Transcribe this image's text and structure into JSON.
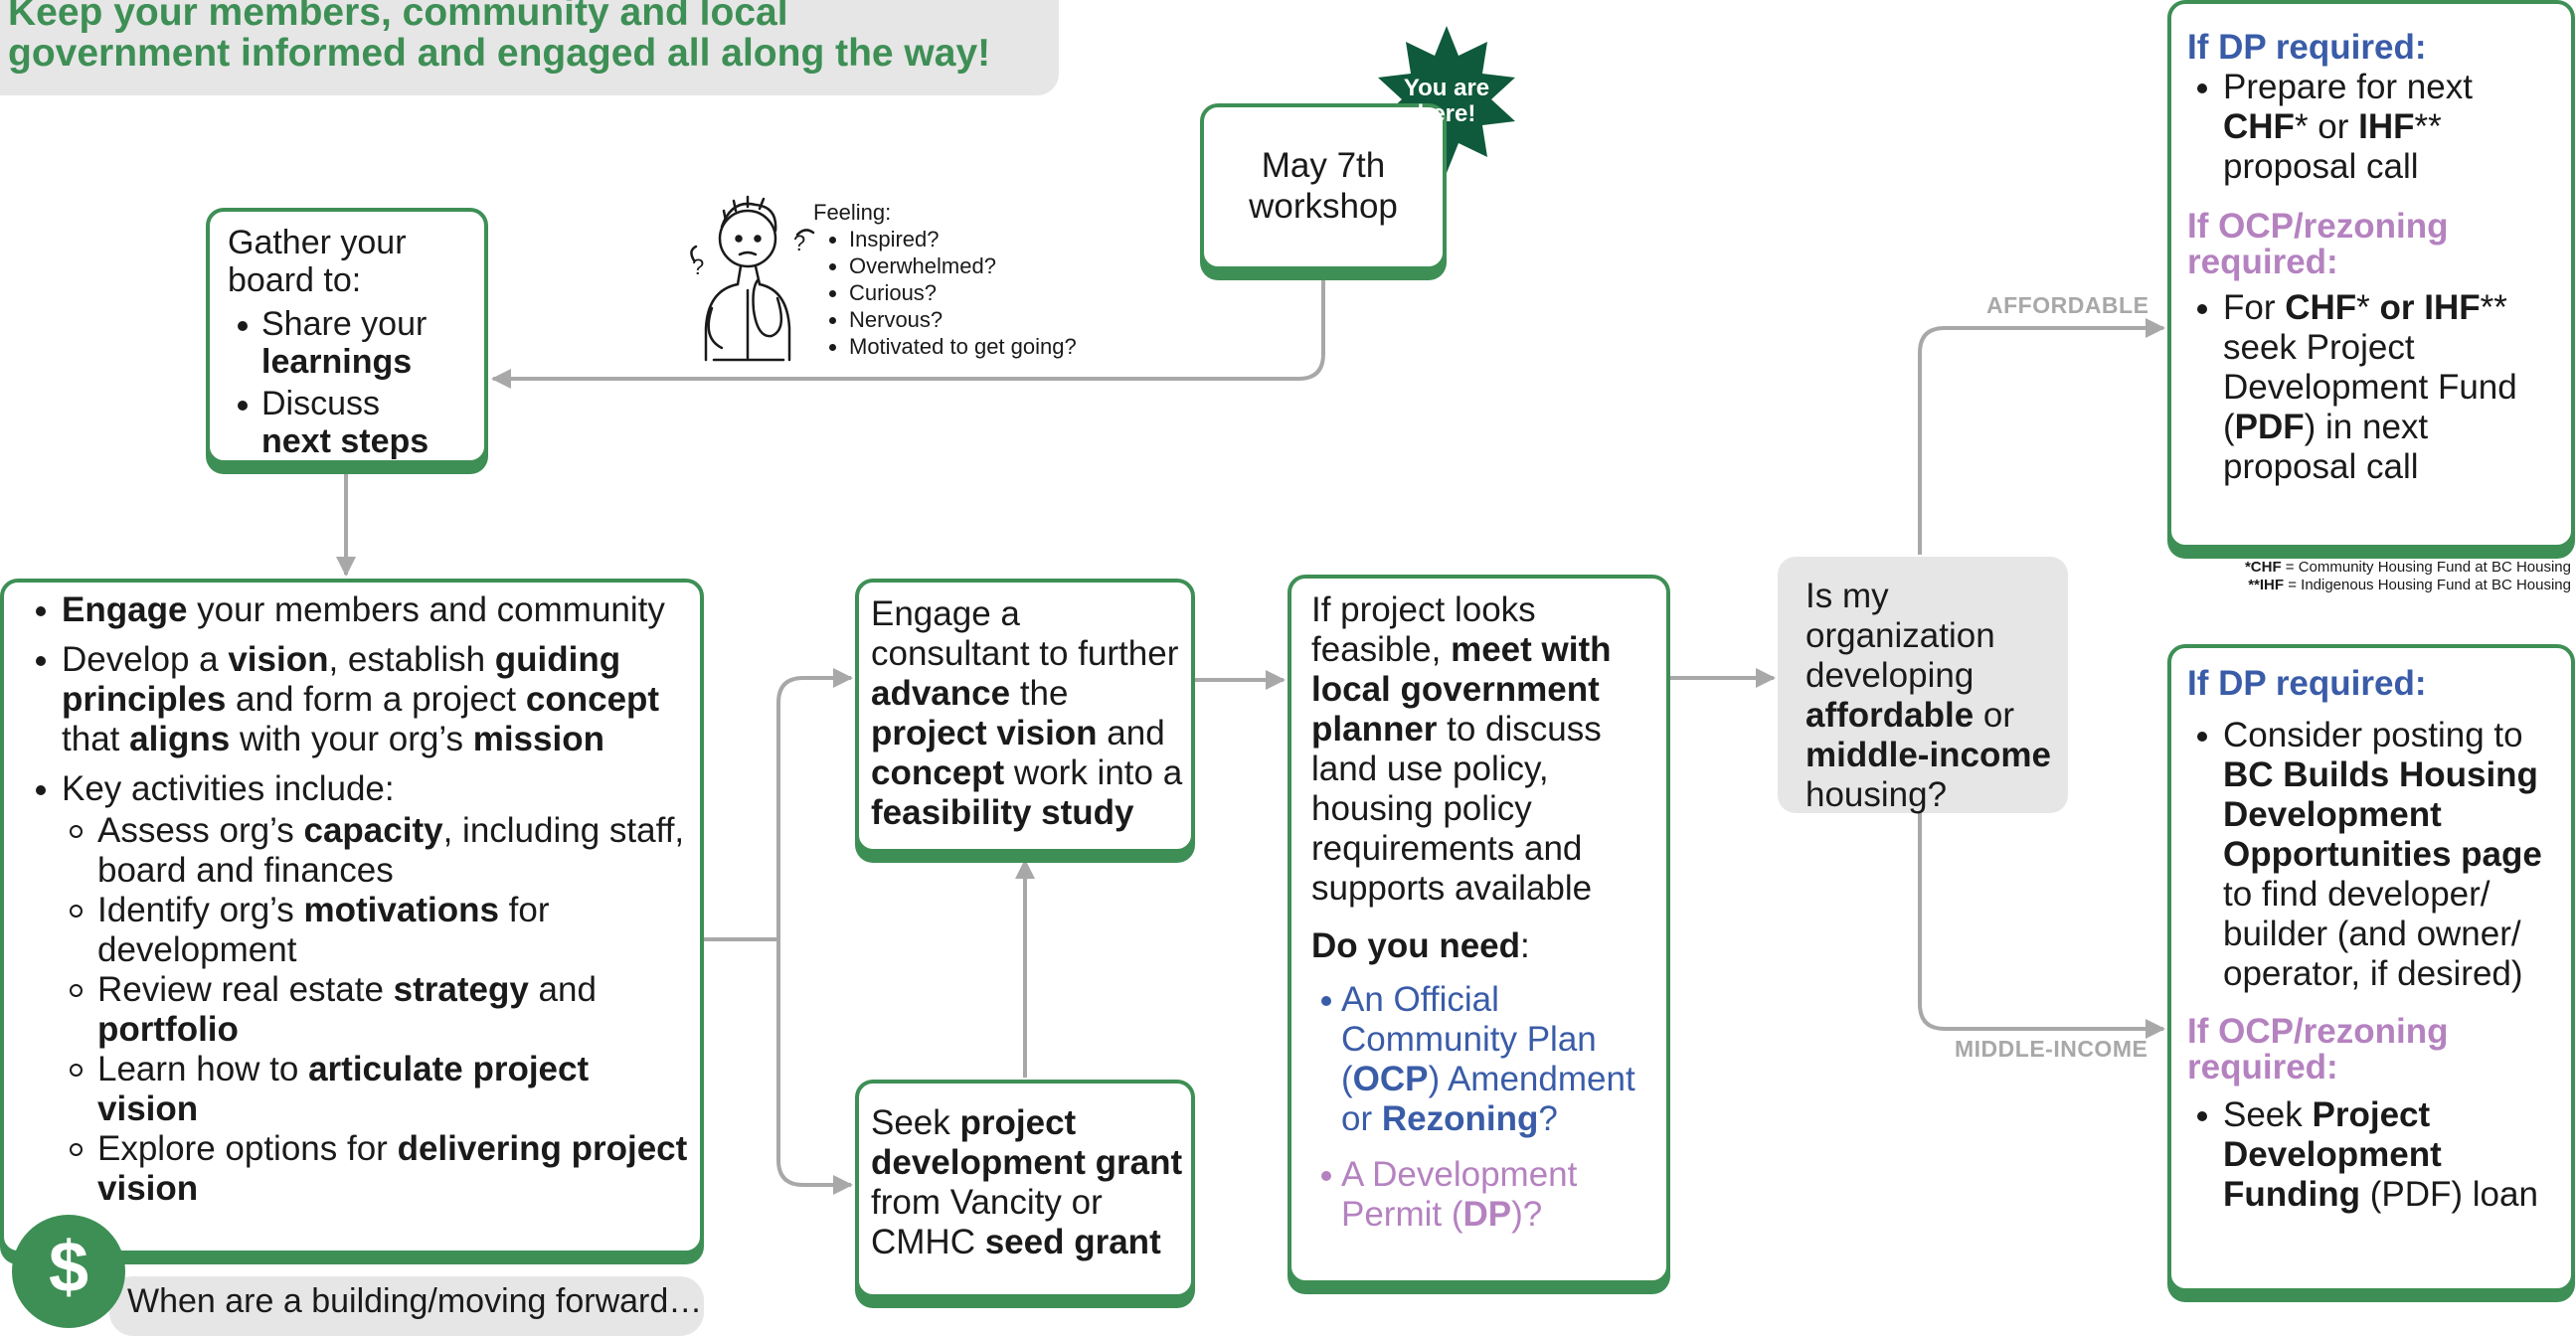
{
  "banner": {
    "line1": "Keep your members, community and local",
    "line2": "government informed and engaged all along the way!"
  },
  "workshop": {
    "badge_line1": "You are",
    "badge_line2": "here!",
    "line1": "May 7th",
    "line2": "workshop"
  },
  "feeling": {
    "title": "Feeling:",
    "items": [
      "Inspired?",
      "Overwhelmed?",
      "Curious?",
      "Nervous?",
      "Motivated to get going?"
    ]
  },
  "board": {
    "title_line1": "Gather your",
    "title_line2": "board to:",
    "item1_a": "Share your",
    "item1_b": "learnings",
    "item2_a": "Discuss",
    "item2_b": "next steps"
  },
  "engage": {
    "b1_bold": "Engage",
    "b1_rest": " your members and community",
    "b2_a": "Develop a ",
    "b2_vision": "vision",
    "b2_b": ", establish ",
    "b2_guiding": "guiding principles",
    "b2_c": " and form a project ",
    "b2_concept": "concept",
    "b2_d": " that ",
    "b2_aligns": "aligns",
    "b2_e": " with your org’s ",
    "b2_mission": "mission",
    "b3": "Key activities include:",
    "s1_a": "Assess org’s ",
    "s1_b": "capacity",
    "s1_c": ", including staff, board and finances",
    "s2_a": "Identify org’s ",
    "s2_b": "motivations",
    "s2_c": " for development",
    "s3_a": "Review real estate ",
    "s3_b": "strategy",
    "s3_c": " and ",
    "s3_d": "portfolio",
    "s4_a": "Learn how to ",
    "s4_b": "articulate project vision",
    "s5_a": "Explore options for ",
    "s5_b": "delivering project vision"
  },
  "consultant": {
    "a": "Engage a consultant to further ",
    "b": "advance",
    "c": " the ",
    "d": "project vision",
    "e": " and ",
    "f": "concept",
    "g": " work into a ",
    "h": "feasibility study"
  },
  "grant": {
    "a": "Seek ",
    "b": "project development grant",
    "c": " from Vancity or CMHC ",
    "d": "seed grant"
  },
  "planner": {
    "a": "If project looks feasible, ",
    "b": "meet with local government planner",
    "c": " to discuss land use policy, housing policy requirements and supports available",
    "need_bold": "Do you need",
    "need_colon": ":",
    "ocp_a": "An Official Community Plan (",
    "ocp_b": "OCP",
    "ocp_c": ") Amendment or ",
    "ocp_d": "Rezoning",
    "ocp_e": "?",
    "dp_a": "A Development Permit (",
    "dp_b": "DP",
    "dp_c": ")?"
  },
  "question": {
    "a": "Is my organization developing ",
    "b": "affordable",
    "c": " or ",
    "d": "middle-income",
    "e": " housing?"
  },
  "labels": {
    "affordable": "AFFORDABLE",
    "middle": "MIDDLE-INCOME"
  },
  "dp_top": {
    "dp_heading": "If DP required:",
    "dp_a": "Prepare for next ",
    "dp_chf": "CHF",
    "dp_b": "* or ",
    "dp_ihf": "IHF",
    "dp_c": "** proposal call",
    "ocp_heading": "If OCP/rezoning required:",
    "ocp_a": "For ",
    "ocp_b": "CHF",
    "ocp_c": "* ",
    "ocp_d": "or IHF",
    "ocp_e": "** seek Project Development Fund (",
    "ocp_f": "PDF",
    "ocp_g": ") in next proposal call"
  },
  "footnote": {
    "l1_bold": "*CHF",
    "l1_rest": " = Community Housing Fund at BC Housing",
    "l2_bold": "**IHF",
    "l2_rest": " = Indigenous Housing Fund at BC Housing"
  },
  "dp_bottom": {
    "dp_heading": "If DP required:",
    "dp_a": "Consider posting to ",
    "dp_b": "BC Builds Housing Development Opportunities page",
    "dp_c": " to find developer/ builder (and owner/ operator, if desired)",
    "ocp_heading": "If OCP/rezoning required:",
    "ocp_a": "Seek ",
    "ocp_b": "Project Development Funding",
    "ocp_c": " (PDF) loan"
  },
  "money": {
    "symbol": "$",
    "text": "When are a building/moving forward…"
  },
  "colors": {
    "green": "#3e8f55",
    "dark_green": "#0f5a3c",
    "blue": "#3a5ca8",
    "purple": "#b582c0",
    "grey": "#a8a8a8"
  }
}
